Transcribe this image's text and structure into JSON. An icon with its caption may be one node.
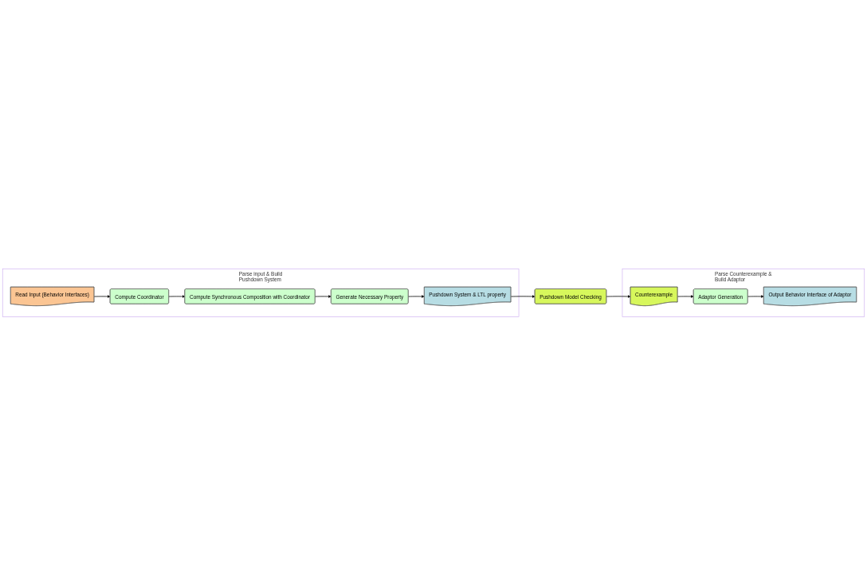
{
  "diagram": {
    "nodes": [
      {
        "text": [
          "Parse input & Build Pushdown System"
        ]
      },
      {
        "text": [
          "Read Input (Behavior Interfaces)"
        ],
        "in": 0
      },
      {
        "text": [
          "Compute Coordinator"
        ],
        "in": 0
      },
      {
        "text": [
          "Compute Synchronous Composition with Coordinator"
        ],
        "in": 0
      },
      {
        "text": [
          "Generate Necessary Property"
        ],
        "in": 0
      },
      {
        "text": [
          "Pushdown System & LTL property"
        ],
        "in": 0
      },
      {
        "text": [
          "Pushdown Model Checking"
        ]
      },
      {
        "text": [
          "Parse Counterexample & Build Adaptor"
        ]
      },
      {
        "text": [
          "Output Behavior Interface of Adaptor"
        ],
        "in": 7
      },
      {
        "text": [
          "Adaptor Generation"
        ],
        "in": 7
      },
      {
        "text": [
          "Counterexample"
        ],
        "in": 7
      }
    ],
    "edges": [
      {
        "from": 1,
        "to": 2,
        "arrow": "to"
      },
      {
        "from": 2,
        "to": 3,
        "arrow": "to"
      },
      {
        "from": 3,
        "to": 4,
        "arrow": "to"
      },
      {
        "from": 4,
        "to": 5,
        "arrow": "to"
      },
      {
        "from": 5,
        "to": 6,
        "arrow": "to"
      },
      {
        "from": 6,
        "to": 10,
        "arrow": "to"
      },
      {
        "from": 10,
        "to": 9,
        "arrow": "to"
      },
      {
        "from": 9,
        "to": 8,
        "arrow": "to"
      }
    ]
  }
}
